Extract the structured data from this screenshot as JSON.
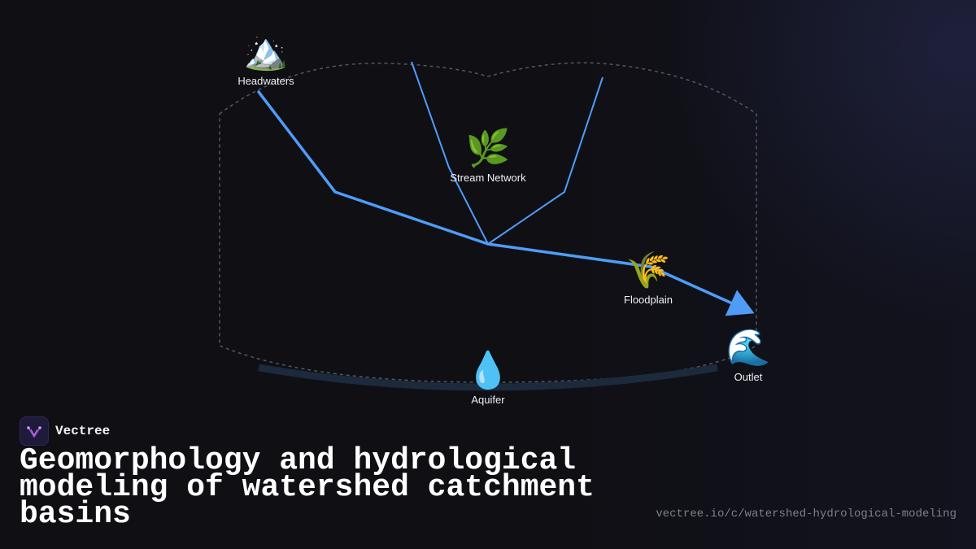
{
  "nodes": [
    {
      "id": "headwaters",
      "emoji": "🏔️",
      "label": "Headwaters",
      "icon": "mountain-icon"
    },
    {
      "id": "stream-network",
      "emoji": "🌿",
      "label": "Stream Network",
      "icon": "herb-icon"
    },
    {
      "id": "floodplain",
      "emoji": "🌾",
      "label": "Floodplain",
      "icon": "wheat-icon"
    },
    {
      "id": "outlet",
      "emoji": "🌊",
      "label": "Outlet",
      "icon": "wave-icon"
    },
    {
      "id": "aquifer",
      "emoji": "💧",
      "label": "Aquifer",
      "icon": "droplet-icon"
    }
  ],
  "brand": {
    "name": "Vectree"
  },
  "title": "Geomorphology and hydrological modeling of watershed catchment basins",
  "url": "vectree.io/c/watershed-hydrological-modeling",
  "colors": {
    "river": "#4f9cf8",
    "aquifer_band": "#1b2a3d",
    "basin_outline": "#55575f",
    "brand_accent": "#a04fd8"
  }
}
